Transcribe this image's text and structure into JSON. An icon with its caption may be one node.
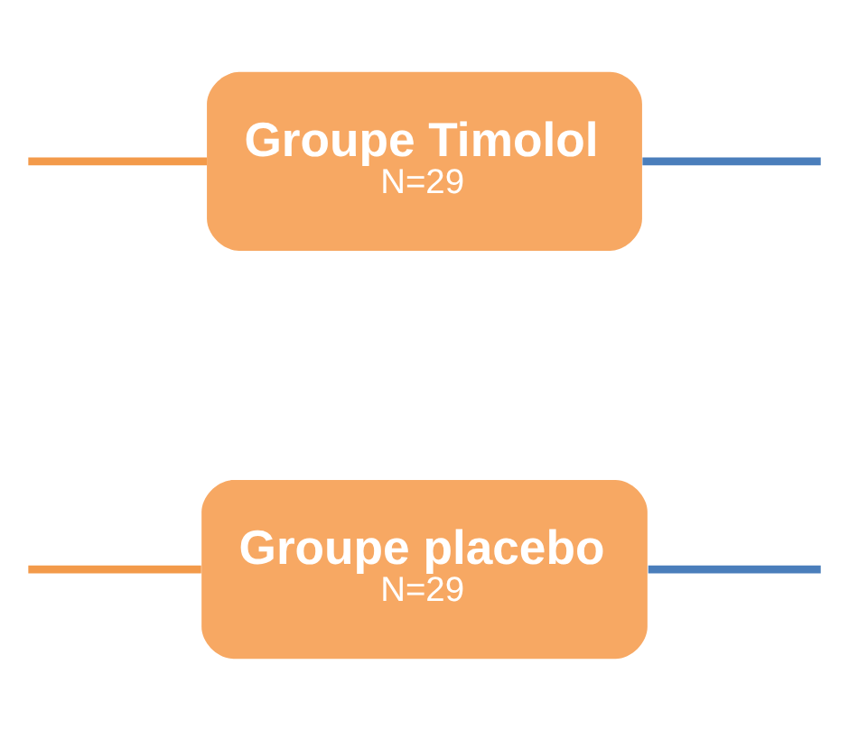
{
  "diagram": {
    "nodes": [
      {
        "text": [
          "Groupe placebo",
          "N=29"
        ]
      },
      {
        "text": [
          "Groupe Timolol",
          "N=29"
        ]
      }
    ],
    "edges": [
      {
        "from": null,
        "to": 0,
        "arrow": "none",
        "color": "#f39a4a"
      },
      {
        "from": null,
        "to": 1,
        "arrow": "none",
        "color": "#f39a4a"
      },
      {
        "from": 0,
        "to": null,
        "arrow": "none",
        "color": "#4a7ebb"
      },
      {
        "from": 1,
        "to": null,
        "arrow": "none",
        "color": "#4a7ebb"
      }
    ]
  }
}
